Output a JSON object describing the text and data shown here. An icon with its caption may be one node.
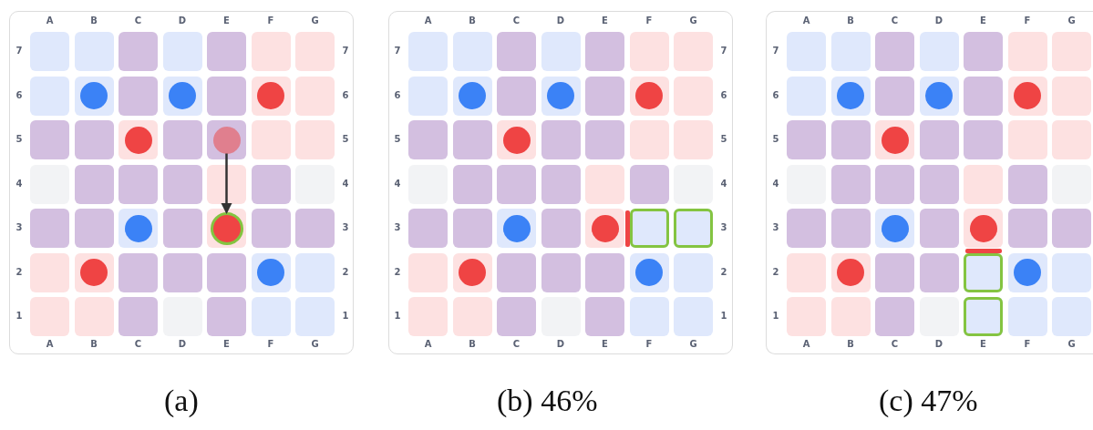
{
  "diagram": {
    "nodes": [
      {
        "text": [],
        "shape": "circle"
      },
      {
        "text": [],
        "shape": "circle"
      }
    ],
    "edges": [
      {
        "from": 0,
        "to": 1,
        "arrow": "to"
      }
    ],
    "labels": [
      "A",
      "B",
      "C",
      "D",
      "E",
      "F",
      "G",
      "7",
      "7",
      "6",
      "6",
      "5",
      "5",
      "4",
      "4",
      "3",
      "3",
      "2",
      "2",
      "1",
      "1",
      "A",
      "B",
      "C",
      "D",
      "E",
      "F",
      "G",
      "A",
      "B",
      "C",
      "D",
      "E",
      "F",
      "G",
      "7",
      "7",
      "6",
      "6",
      "5",
      "5",
      "4",
      "4",
      "3",
      "3",
      "2",
      "2",
      "1",
      "1",
      "A",
      "B",
      "C",
      "D",
      "E",
      "F",
      "G",
      "A",
      "B",
      "C",
      "D",
      "E",
      "F",
      "G",
      "7",
      "6",
      "5",
      "4",
      "3",
      "2",
      "1",
      "A",
      "B",
      "C",
      "D",
      "E",
      "F",
      "G",
      "(a)",
      "(b) 46%",
      "(c) 47%"
    ]
  }
}
